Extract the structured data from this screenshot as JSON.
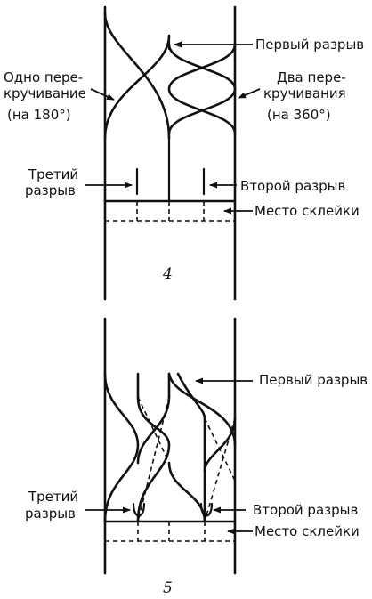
{
  "figure4": {
    "number": "4",
    "labels": {
      "first_break": "Первый разрыв",
      "one_twist_l1": "Одно пере-",
      "one_twist_l2": "кручивание",
      "one_twist_l3": "(на 180°)",
      "two_twists_l1": "Два пере-",
      "two_twists_l2": "кручивания",
      "two_twists_l3": "(на 360°)",
      "third_break_l1": "Третий",
      "third_break_l2": "разрыв",
      "second_break": "Второй разрыв",
      "glue_place": "Место склейки"
    }
  },
  "figure5": {
    "number": "5",
    "labels": {
      "first_break": "Первый разрыв",
      "third_break_l1": "Третий",
      "third_break_l2": "разрыв",
      "second_break": "Второй разрыв",
      "glue_place": "Место склейки"
    }
  }
}
